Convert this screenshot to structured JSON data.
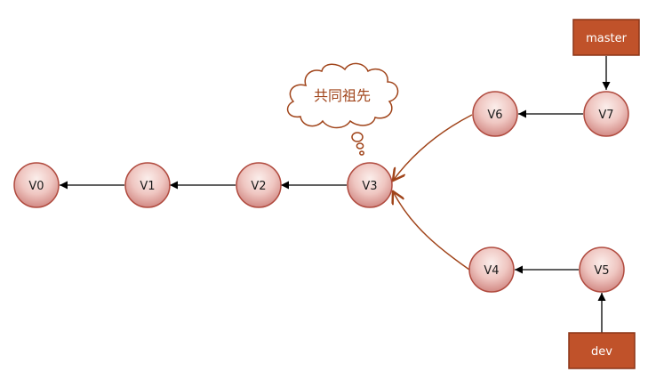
{
  "nodes": [
    {
      "id": "v0",
      "label": "V0"
    },
    {
      "id": "v1",
      "label": "V1"
    },
    {
      "id": "v2",
      "label": "V2"
    },
    {
      "id": "v3",
      "label": "V3"
    },
    {
      "id": "v4",
      "label": "V4"
    },
    {
      "id": "v5",
      "label": "V5"
    },
    {
      "id": "v6",
      "label": "V6"
    },
    {
      "id": "v7",
      "label": "V7"
    }
  ],
  "branches": {
    "master": "master",
    "dev": "dev"
  },
  "callout": {
    "text": "共同祖先"
  },
  "colors": {
    "node_fill_light": "#f7e4e0",
    "node_fill_dark": "#d89893",
    "node_stroke": "#b04a3e",
    "branch_fill": "#c0522a",
    "branch_stroke": "#8a3416",
    "edge_black": "#000000",
    "edge_merge": "#a0441a",
    "cloud_stroke": "#a0441a"
  }
}
